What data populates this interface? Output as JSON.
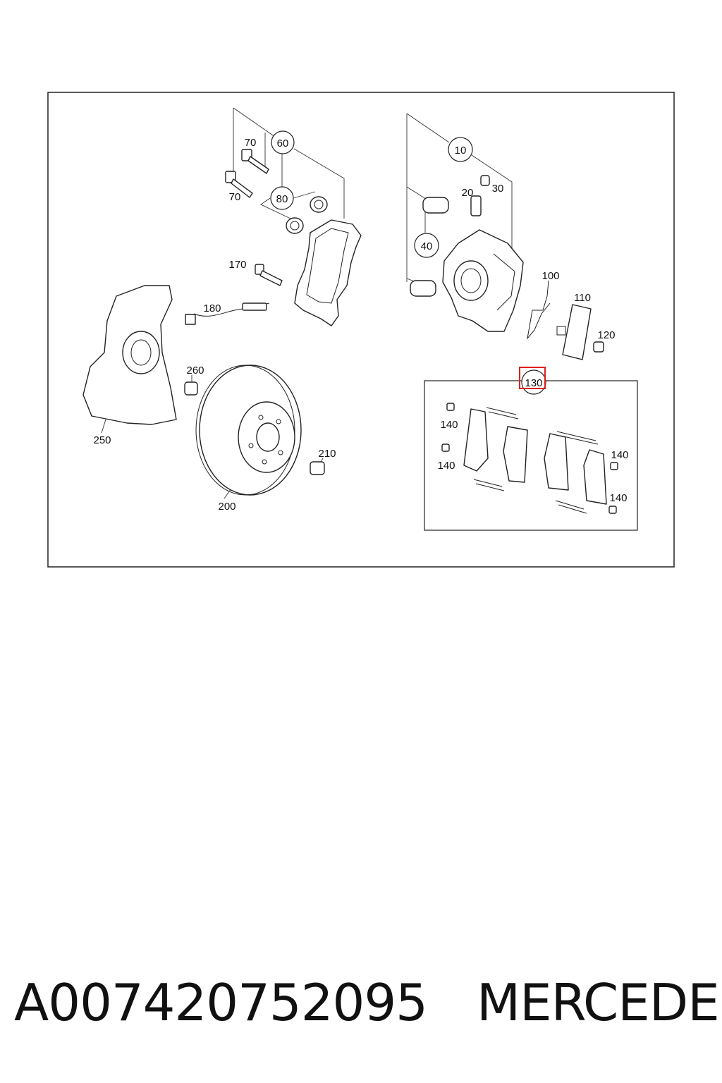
{
  "diagram": {
    "labels": {
      "p10": "10",
      "p20": "20",
      "p30": "30",
      "p40": "40",
      "p60": "60",
      "p70a": "70",
      "p70b": "70",
      "p80": "80",
      "p100": "100",
      "p110": "110",
      "p120": "120",
      "p130": "130",
      "p140a": "140",
      "p140b": "140",
      "p140c": "140",
      "p140d": "140",
      "p170": "170",
      "p180": "180",
      "p200": "200",
      "p210": "210",
      "p250": "250",
      "p260": "260"
    },
    "highlight": {
      "label": "130",
      "color": "#e02020"
    }
  },
  "caption": {
    "part_number": "A007420752095",
    "brand": "MERCEDES"
  }
}
